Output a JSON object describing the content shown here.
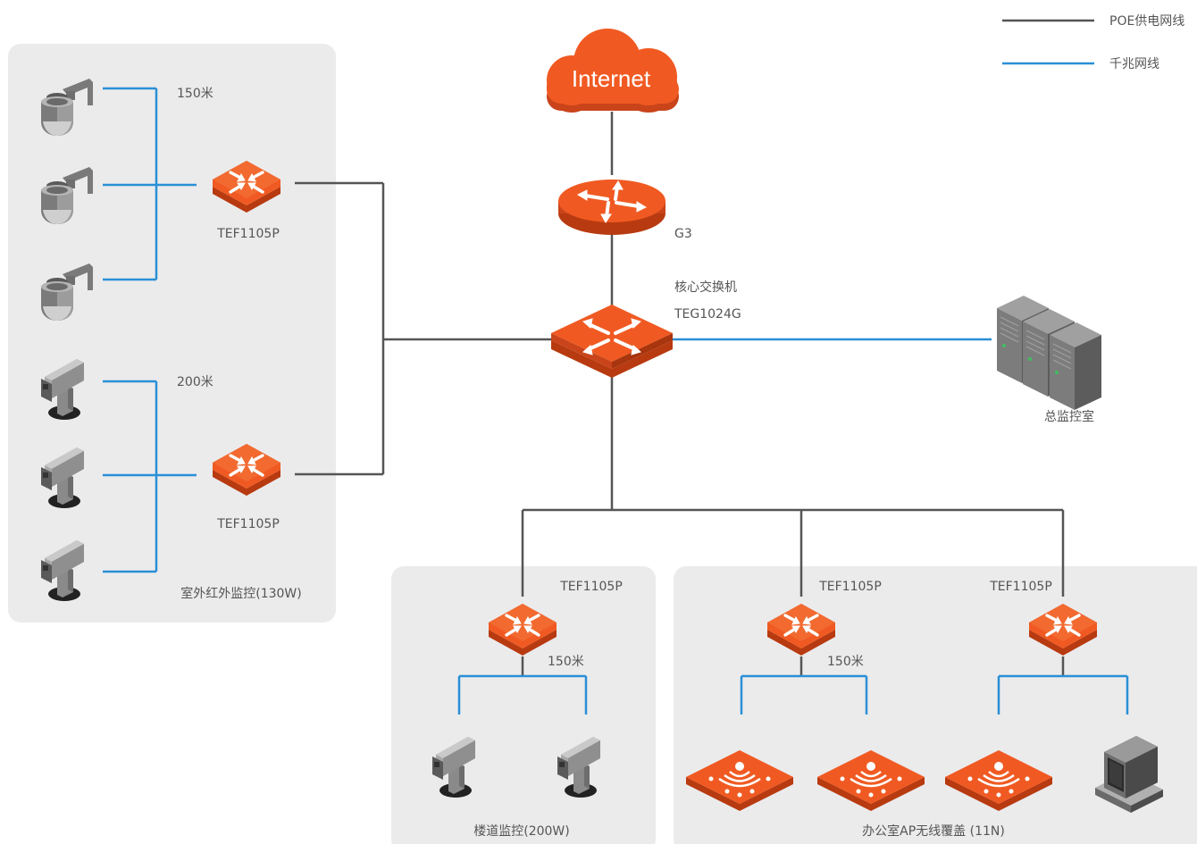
{
  "legend": {
    "poe_label": "POE供电网线",
    "gigabit_label": "千兆网线",
    "poe_color": "#555555",
    "gigabit_color": "#2a8fd6"
  },
  "colors": {
    "device_orange": "#f05a22",
    "device_dark": "#b83a10",
    "zone_fill": "#ebebec",
    "camera_gray": "#8a8a8a"
  },
  "internet": {
    "label": "Internet"
  },
  "router": {
    "label": "G3",
    "icon": "router-icon"
  },
  "core_switch": {
    "label1": "核心交换机",
    "label2": "TEG1024G",
    "icon": "switch-icon"
  },
  "monitor_room": {
    "label": "总监控室",
    "icon": "server-rack-icon"
  },
  "outdoor_zone": {
    "label": "室外红外监控(130W)",
    "group1": {
      "switch_label": "TEF1105P",
      "distance": "150米",
      "camera_icon": "dome-camera-icon"
    },
    "group2": {
      "switch_label": "TEF1105P",
      "distance": "200米",
      "camera_icon": "bullet-camera-icon"
    }
  },
  "building_zone": {
    "label": "楼道监控(200W)",
    "switch_label": "TEF1105P",
    "distance": "150米",
    "camera_icon": "bullet-camera-icon"
  },
  "office_zone": {
    "label": "办公室AP无线覆盖 (11N)",
    "switch1_label": "TEF1105P",
    "switch2_label": "TEF1105P",
    "distance": "150米",
    "ap_icon": "wireless-ap-icon",
    "pc_icon": "desktop-computer-icon"
  }
}
